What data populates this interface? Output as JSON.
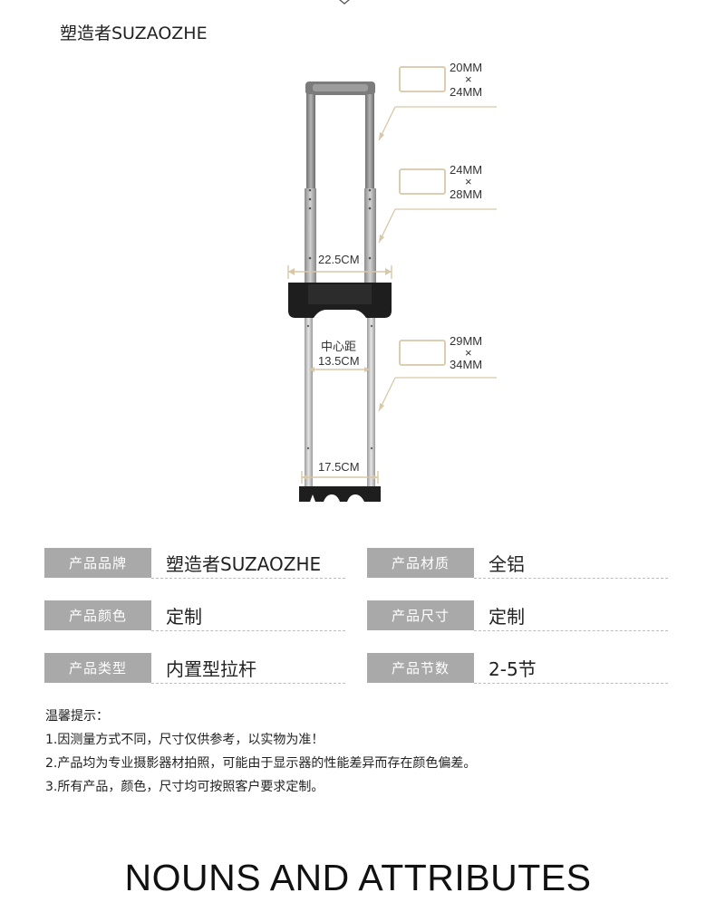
{
  "brand_title": "塑造者SUZAOZHE",
  "diagram": {
    "tube_sizes": [
      {
        "top": "20MM",
        "sep": "×",
        "bottom": "24MM"
      },
      {
        "top": "24MM",
        "sep": "×",
        "bottom": "28MM"
      },
      {
        "top": "29MM",
        "sep": "×",
        "bottom": "34MM"
      }
    ],
    "width_label": "22.5CM",
    "center_label": "中心距",
    "center_value": "13.5CM",
    "bottom_label": "17.5CM"
  },
  "attributes": [
    {
      "label": "产品品牌",
      "value": "塑造者SUZAOZHE"
    },
    {
      "label": "产品材质",
      "value": "全铝"
    },
    {
      "label": "产品颜色",
      "value": "定制"
    },
    {
      "label": "产品尺寸",
      "value": "定制"
    },
    {
      "label": "产品类型",
      "value": "内置型拉杆"
    },
    {
      "label": "产品节数",
      "value": "2-5节"
    }
  ],
  "tips": {
    "title": "温馨提示：",
    "items": [
      "1.因测量方式不同，尺寸仅供参考，以实物为准！",
      "2.产品均为专业摄影器材拍照，可能由于显示器的性能差异而存在颜色偏差。",
      "3.所有产品，颜色，尺寸均可按照客户要求定制。"
    ]
  },
  "footer_heading": "NOUNS AND ATTRIBUTES",
  "colors": {
    "label_bg": "#a9a9a9",
    "accent_tan": "#d8c7a8",
    "metal": "#8c8c8c",
    "handle_black": "#1e1e1e"
  }
}
